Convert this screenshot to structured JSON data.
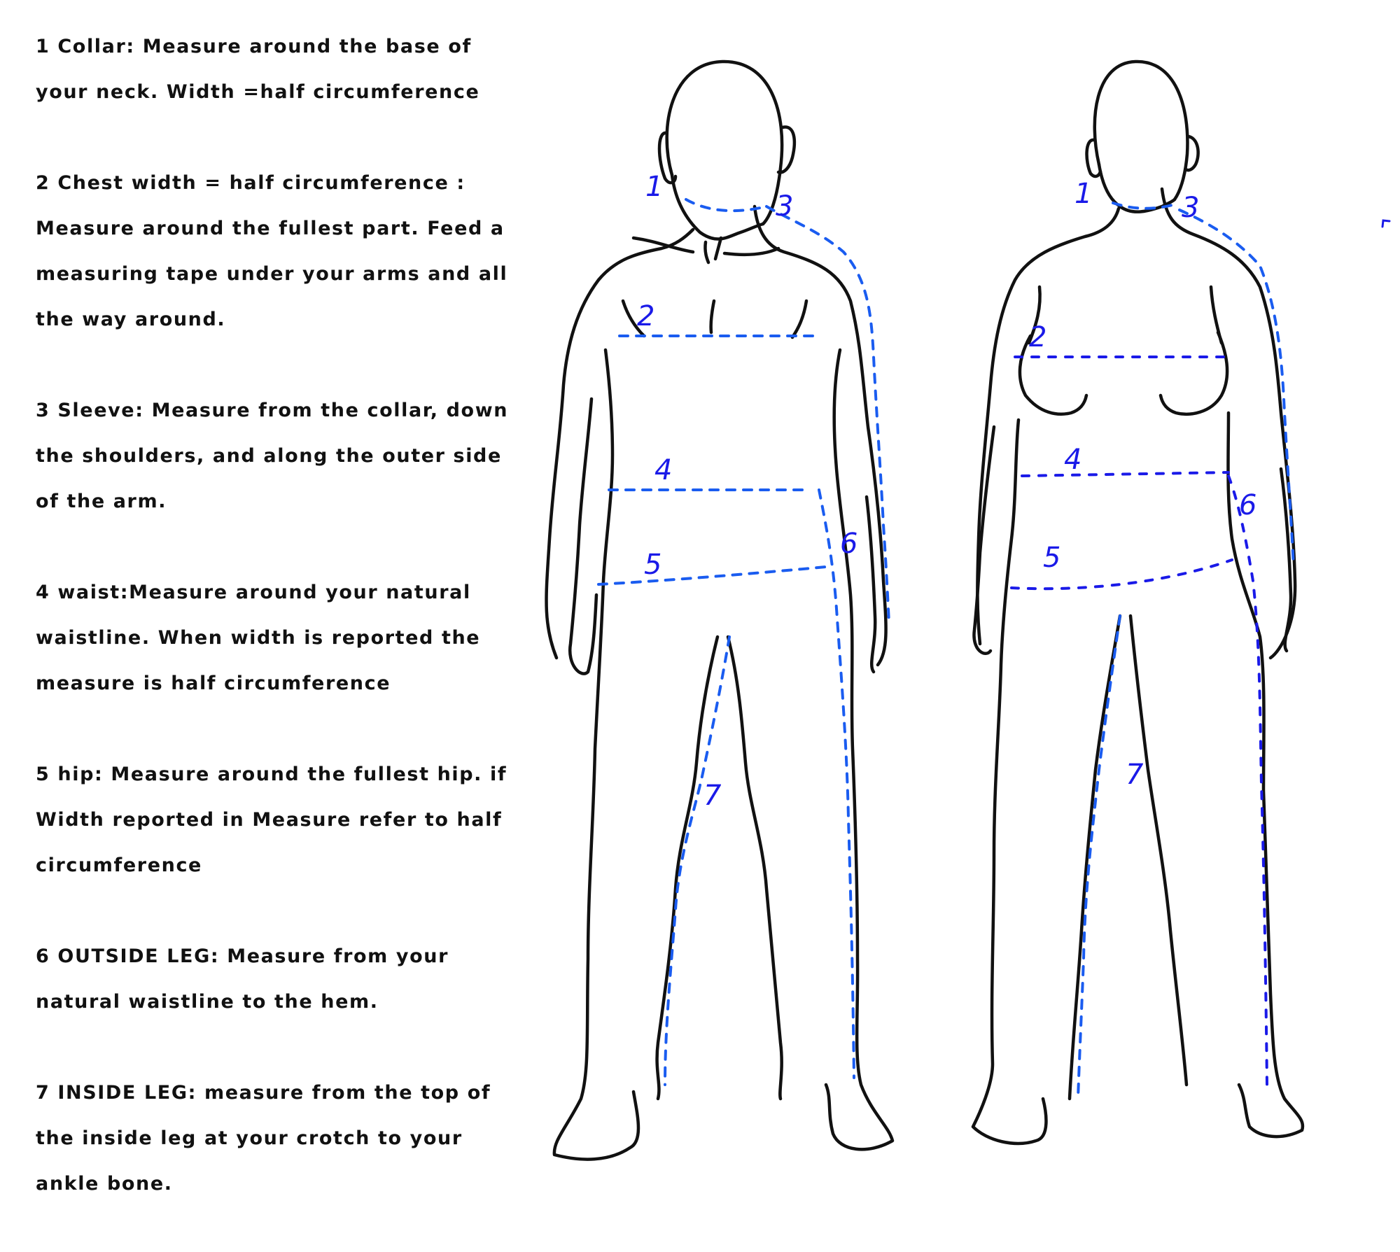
{
  "instructions": [
    {
      "number": "1",
      "title": "Collar",
      "lines": [
        "1 Collar: Measure around the base of",
        "your neck. Width =half circumference"
      ]
    },
    {
      "number": "2",
      "title": "Chest width",
      "lines": [
        "2 Chest width = half circumference :",
        "Measure around the fullest part. Feed a",
        "measuring tape under your arms and all",
        "the way around."
      ]
    },
    {
      "number": "3",
      "title": "Sleeve",
      "lines": [
        "3 Sleeve: Measure from the collar, down",
        "the shoulders, and along the outer side",
        "of the arm."
      ]
    },
    {
      "number": "4",
      "title": "waist",
      "lines": [
        "4 waist:Measure around your natural",
        "waistline. When width is reported the",
        "measure is half circumference"
      ]
    },
    {
      "number": "5",
      "title": "hip",
      "lines": [
        "5 hip: Measure around the fullest hip. if",
        "Width reported in Measure refer to half",
        "circumference"
      ]
    },
    {
      "number": "6",
      "title": "OUTSIDE LEG",
      "lines": [
        "6 OUTSIDE LEG: Measure from your",
        "natural waistline to the hem."
      ]
    },
    {
      "number": "7",
      "title": "INSIDE LEG",
      "lines": [
        "7 INSIDE LEG: measure from the top of",
        "the inside leg at your crotch to your",
        "ankle bone."
      ]
    }
  ],
  "figures": {
    "male": {
      "labels": {
        "collar": "1",
        "chest": "2",
        "sleeve": "3",
        "waist": "4",
        "hip": "5",
        "outside_leg": "6",
        "inside_leg": "7"
      }
    },
    "female": {
      "labels": {
        "collar": "1",
        "chest": "2",
        "sleeve": "3",
        "waist": "4",
        "hip": "5",
        "outside_leg": "6",
        "inside_leg": "7"
      }
    }
  },
  "colors": {
    "text": "#111111",
    "outline": "#111111",
    "measure_line": "#1a5cf0",
    "measure_label": "#1a1ae8",
    "background": "#ffffff"
  }
}
